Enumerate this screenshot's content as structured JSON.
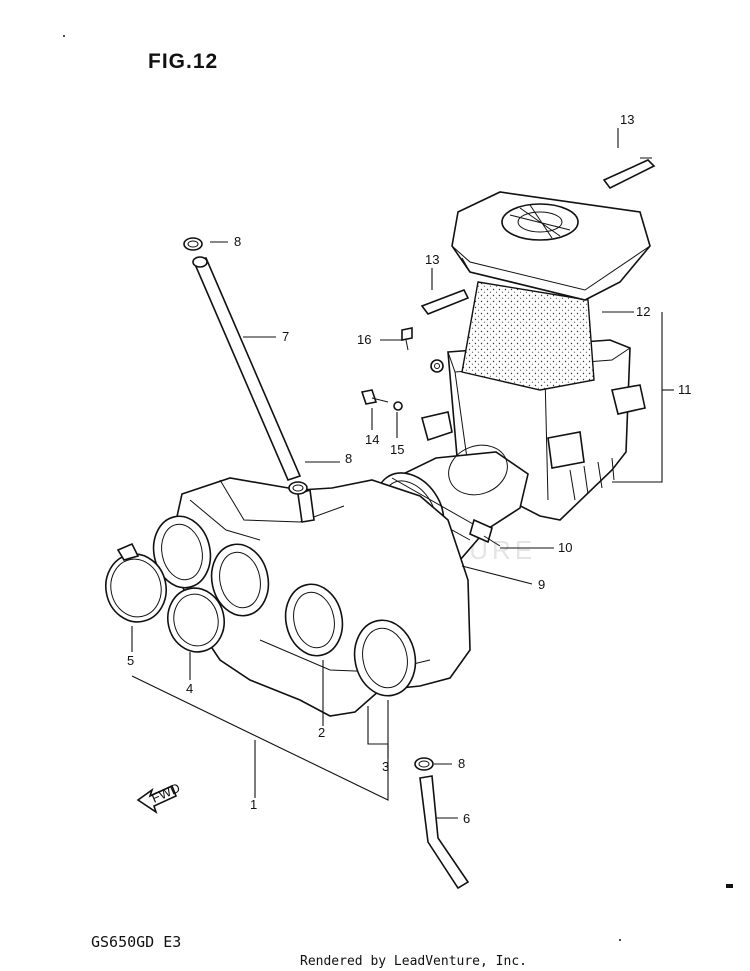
{
  "figure": {
    "title": "FIG.12"
  },
  "footer": {
    "model_code": "GS650GD  E3",
    "rendered_by": "Rendered by LeadVenture, Inc."
  },
  "watermark": {
    "text": "LEADVENTURE"
  },
  "direction_arrow": {
    "label": "FWD"
  },
  "callouts": {
    "c1": "1",
    "c2": "2",
    "c3": "3",
    "c4": "4",
    "c5": "5",
    "c6": "6",
    "c7": "7",
    "c8a": "8",
    "c8b": "8",
    "c8c": "8",
    "c9": "9",
    "c10": "10",
    "c11": "11",
    "c12": "12",
    "c13a": "13",
    "c13b": "13",
    "c14": "14",
    "c15": "15",
    "c16": "16"
  }
}
